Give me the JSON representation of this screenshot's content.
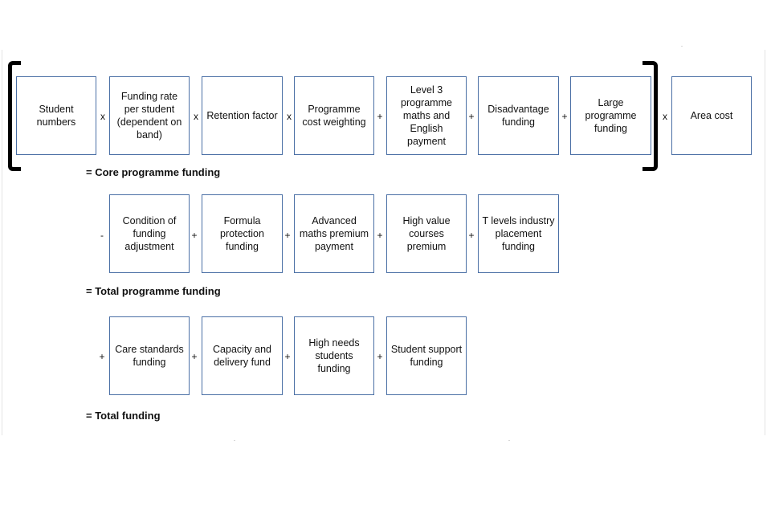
{
  "row1": {
    "boxes": [
      {
        "text": "Student numbers"
      },
      {
        "text": "Funding rate per student (dependent on band)"
      },
      {
        "text": "Retention factor"
      },
      {
        "text": "Programme cost weighting"
      },
      {
        "text": "Level 3 programme maths and English payment"
      },
      {
        "text": "Disadvantage funding"
      },
      {
        "text": "Large programme funding"
      },
      {
        "text": "Area cost"
      }
    ],
    "operators": [
      "x",
      "x",
      "x",
      "+",
      "+",
      "+",
      "x"
    ],
    "result": "= Core programme funding"
  },
  "row2": {
    "leading_operator": "-",
    "boxes": [
      {
        "text": "Condition of funding adjustment"
      },
      {
        "text": "Formula protection funding"
      },
      {
        "text": "Advanced maths premium payment"
      },
      {
        "text": "High value courses premium"
      },
      {
        "text": "T levels industry placement funding"
      }
    ],
    "operators": [
      "+",
      "+",
      "+",
      "+"
    ],
    "result": "= Total programme funding"
  },
  "row3": {
    "leading_operator": "+",
    "boxes": [
      {
        "text": "Care standards funding"
      },
      {
        "text": "Capacity and delivery fund"
      },
      {
        "text": "High needs students funding"
      },
      {
        "text": "Student support funding"
      }
    ],
    "operators": [
      "+",
      "+",
      "+"
    ],
    "result": "= Total funding"
  },
  "colors": {
    "box_border": "#4a6fa5",
    "bracket": "#000000",
    "text": "#111111"
  }
}
